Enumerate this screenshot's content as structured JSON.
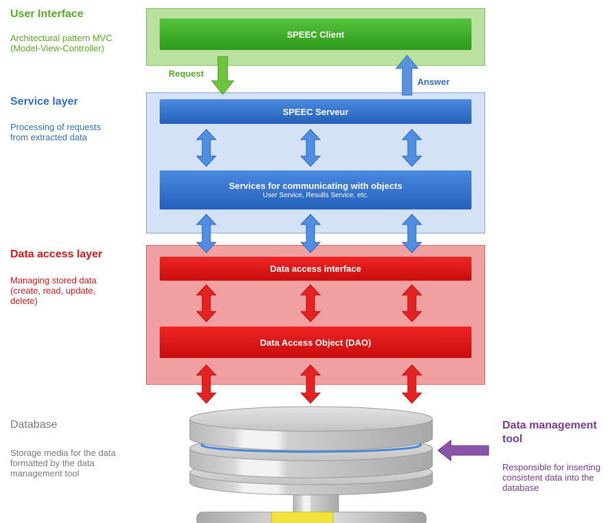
{
  "sections": {
    "ui": {
      "title": "User Interface",
      "desc": [
        "Architectural pattern MVC",
        "(Model-View-Controller)"
      ],
      "color": "#5aaa2a"
    },
    "service": {
      "title": "Service layer",
      "desc": [
        "Processing of requests",
        "from extracted data"
      ],
      "color": "#2f6fc4"
    },
    "data": {
      "title": "Data access layer",
      "desc": [
        "Managing stored data",
        "(create, read, update,",
        "delete)"
      ],
      "color": "#d81818"
    },
    "database": {
      "title": "Database",
      "desc": [
        "Storage media for the data",
        "formatted by the data",
        "management tool"
      ],
      "color": "#7a7a7a"
    },
    "tool": {
      "title": [
        "Data management",
        "tool"
      ],
      "desc": [
        "Responsible for inserting",
        "consistent data into the",
        "database"
      ],
      "color": "#7b3a96"
    }
  },
  "bars": {
    "client": "SPEEC Client",
    "serveur": "SPEEC Serveur",
    "services": "Services for communicating with objects",
    "services_sub": "User Service, Results Service, etc.",
    "dai": "Data access interface",
    "dao": "Data Access Object (DAO)"
  },
  "flows": {
    "request": "Request",
    "answer": "Answer"
  },
  "colors": {
    "green": "#3fa226",
    "blue": "#2f6fc4",
    "red": "#e11b1b",
    "purple": "#8a55a8"
  }
}
